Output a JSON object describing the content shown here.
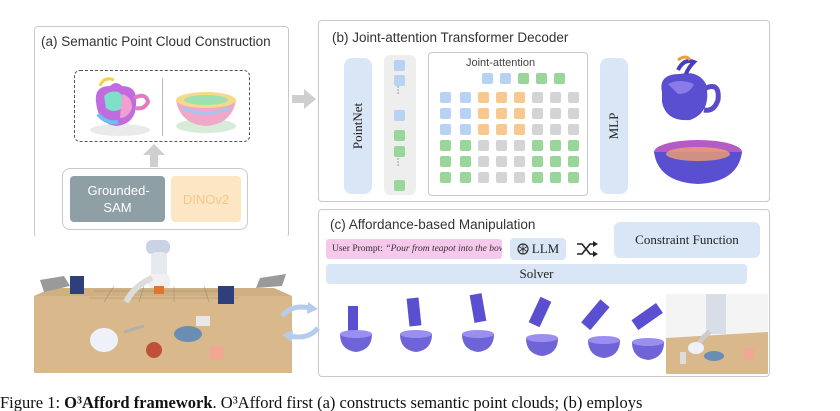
{
  "panel_a": {
    "title": "(a) Semantic Point Cloud Construction",
    "grounded_sam": "Grounded-SAM",
    "dinov2": "DINOv2"
  },
  "panel_b": {
    "title": "(b) Joint-attention Transformer Decoder",
    "pointnet": "PointNet",
    "joint_attention": "Joint-attention",
    "mlp": "MLP",
    "dots": "...",
    "grid_rows": [
      [
        "blue",
        "orange",
        "orange",
        "orange",
        "gray",
        "gray",
        "gray"
      ],
      [
        "blue",
        "orange",
        "orange",
        "orange",
        "gray",
        "gray",
        "gray"
      ],
      [
        "blue",
        "orange",
        "orange",
        "orange",
        "gray",
        "gray",
        "gray"
      ],
      [
        "green",
        "gray",
        "gray",
        "gray",
        "green",
        "green",
        "green"
      ],
      [
        "green",
        "gray",
        "gray",
        "gray",
        "green",
        "green",
        "green"
      ],
      [
        "green",
        "gray",
        "gray",
        "gray",
        "green",
        "green",
        "green"
      ]
    ],
    "grid_top": [
      "blue",
      "blue",
      "green",
      "green",
      "green"
    ]
  },
  "panel_c": {
    "title": "(c) Affordance-based Manipulation",
    "user_prompt_prefix": "User Prompt: ",
    "user_prompt_text": "“Pour from teapot into the bowl, ...”",
    "llm": "LLM",
    "constraint": "Constraint Function",
    "solver": "Solver"
  },
  "caption": {
    "prefix": "Figure 1: ",
    "bold": "O³Afford framework",
    "rest": ". O³Afford first (a) constructs semantic point clouds; (b) employs"
  },
  "colors": {
    "blue": "#b8d2f3",
    "green": "#9ad59a",
    "orange": "#f8c98e",
    "gray": "#d4d4d4",
    "pill": "#d8e6f6",
    "prompt": "#f5c8ec"
  }
}
